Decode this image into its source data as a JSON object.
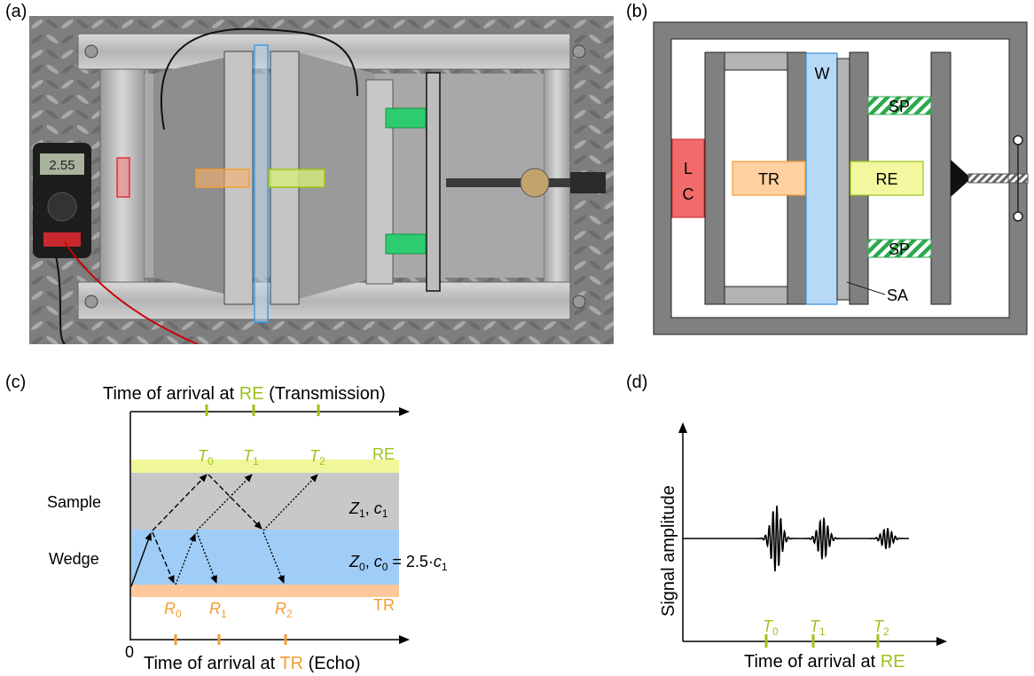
{
  "panels": {
    "a": {
      "label": "(a)"
    },
    "b": {
      "label": "(b)"
    },
    "c": {
      "label": "(c)"
    },
    "d": {
      "label": "(d)"
    }
  },
  "photo": {
    "multimeter_reading": "2.55"
  },
  "schematic": {
    "w": "W",
    "lc_line1": "L",
    "lc_line2": "C",
    "tr": "TR",
    "re": "RE",
    "sp_top": "SP",
    "sp_bottom": "SP",
    "sa": "SA"
  },
  "timeline": {
    "top_axis_pre": "Time of arrival at ",
    "top_axis_re": "RE",
    "top_axis_post": " (Transmission)",
    "bottom_axis_pre": "Time of arrival at ",
    "bottom_axis_tr": "TR",
    "bottom_axis_post": " (Echo)",
    "origin": "0",
    "layer_re": "RE",
    "layer_tr": "TR",
    "sample_label": "Sample",
    "wedge_label": "Wedge",
    "z1": "Z",
    "z1_sub": "1",
    "c1": "c",
    "c1_sub": "1",
    "z0": "Z",
    "z0_sub": "0",
    "c0": "c",
    "c0_sub": "0",
    "c0_relation": " = 2.5·",
    "c0_rel_c": "c",
    "c0_rel_sub": "1",
    "sep": ", ",
    "t_letter": "T",
    "r_letter": "R",
    "t0_sub": "0",
    "t1_sub": "1",
    "t2_sub": "2",
    "r0_sub": "0",
    "r1_sub": "1",
    "r2_sub": "2"
  },
  "signal": {
    "ylabel": "Signal amplitude",
    "xlabel_pre": "Time of arrival at ",
    "xlabel_re": "RE",
    "t_letter": "T",
    "t0_sub": "0",
    "t1_sub": "1",
    "t2_sub": "2"
  },
  "colors": {
    "re_green": "#9cc31a",
    "tr_orange": "#f39c32",
    "wedge_blue": "#9fcdf5",
    "sample_gray": "#c8c8c8",
    "re_layer": "#f0f79a",
    "tr_layer": "#ffc89a",
    "lc_red": "#f26b6b",
    "sp_green": "#2ea84f"
  }
}
